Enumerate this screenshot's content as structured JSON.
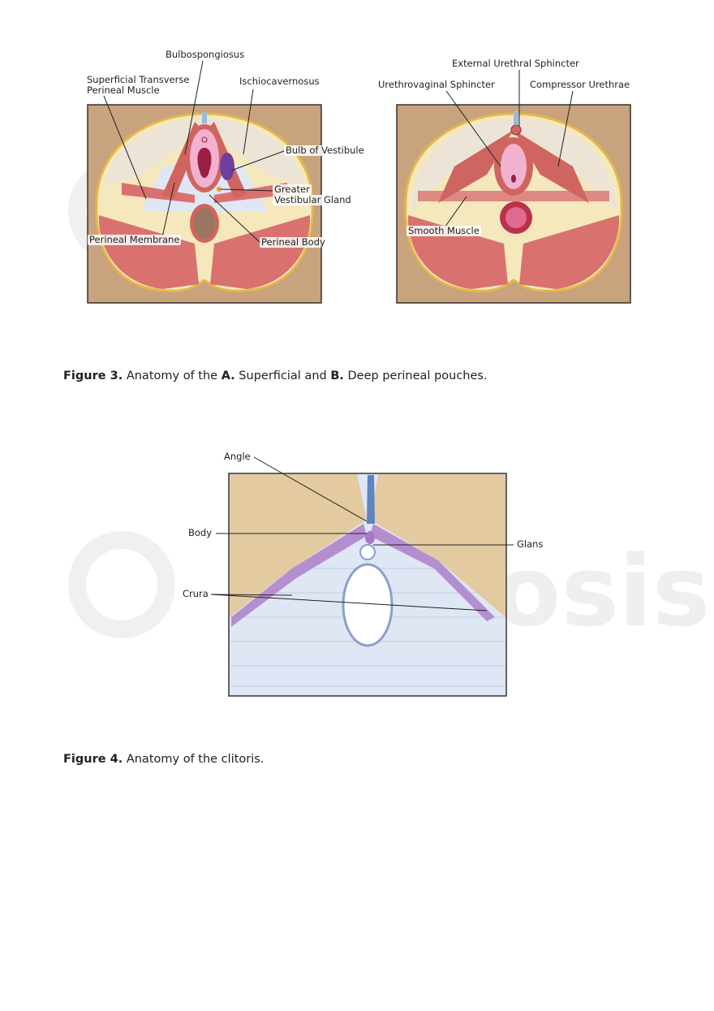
{
  "figure3": {
    "panel_a_labels": {
      "bulbospongiosus": "Bulbospongiosus",
      "superficial_transverse_1": "Superficial Transverse",
      "superficial_transverse_2": "Perineal Muscle",
      "ischiocavernosus": "Ischiocavernosus",
      "bulb_of_vestibule": "Bulb of Vestibule",
      "greater_vestibular_1": "Greater",
      "greater_vestibular_2": "Vestibular Gland",
      "perineal_membrane": "Perineal Membrane",
      "perineal_body": "Perineal Body"
    },
    "panel_b_labels": {
      "external_urethral_sphincter": "External Urethral Sphincter",
      "urethrovaginal_sphincter": "Urethrovaginal Sphincter",
      "compressor_urethrae": "Compressor Urethrae",
      "smooth_muscle": "Smooth Muscle"
    },
    "caption": {
      "label": "Figure 3.",
      "t1": " Anatomy of the ",
      "a": "A.",
      "t2": " Superficial and ",
      "b": "B.",
      "t3": " Deep perineal pouches."
    }
  },
  "figure4": {
    "labels": {
      "angle": "Angle",
      "body": "Body",
      "glans": "Glans",
      "crura": "Crura"
    },
    "caption": {
      "label": "Figure 4.",
      "text": " Anatomy of the clitoris."
    }
  },
  "watermark": "osmosis.org",
  "colors": {
    "skin": "#c9a27e",
    "fat": "#f6e8bd",
    "muscle": "#d9726e",
    "membrane": "#dfe6f4",
    "clitoris": "#b48fd0"
  }
}
